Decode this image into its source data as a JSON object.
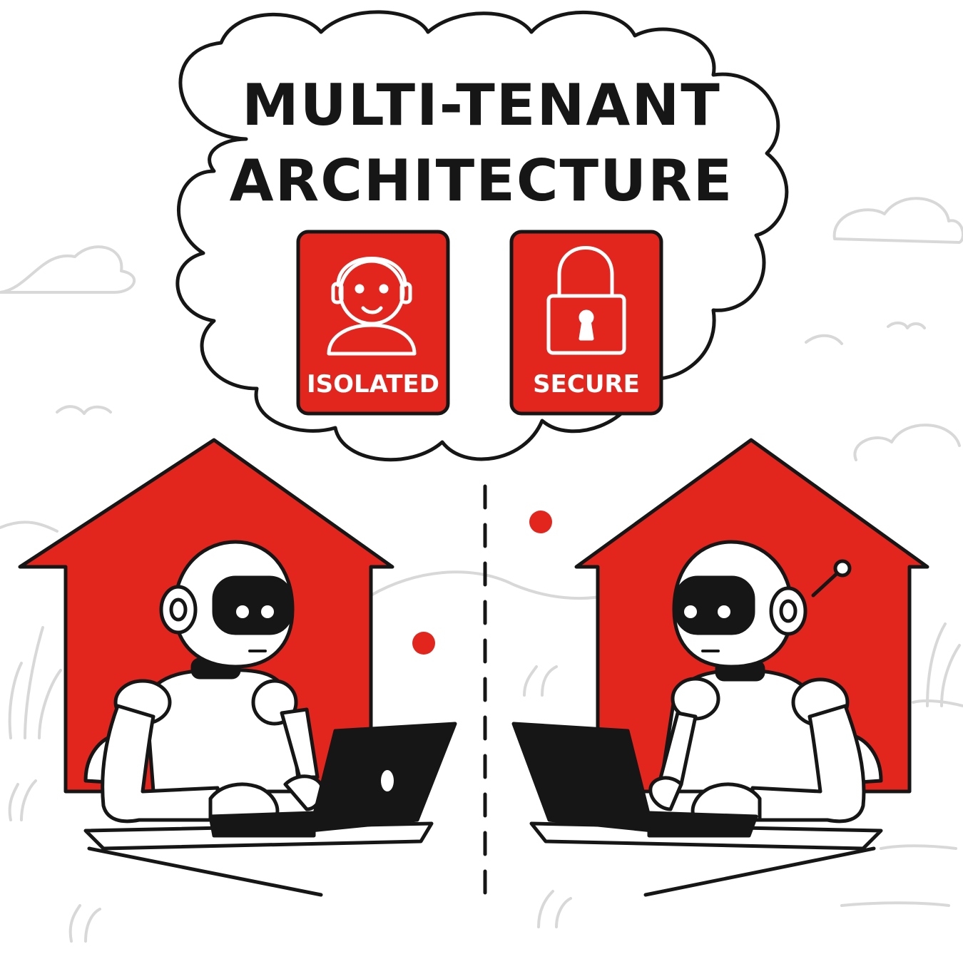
{
  "title": {
    "line1": "MULTI-TENANT",
    "line2": "ARCHITECTURE"
  },
  "badges": [
    {
      "label": "ISOLATED",
      "icon": "person-headset-icon"
    },
    {
      "label": "SECURE",
      "icon": "padlock-icon"
    }
  ],
  "colors": {
    "accent": "#e3261d",
    "ink": "#161616",
    "faint": "#d8d8d8",
    "background": "#ffffff"
  }
}
